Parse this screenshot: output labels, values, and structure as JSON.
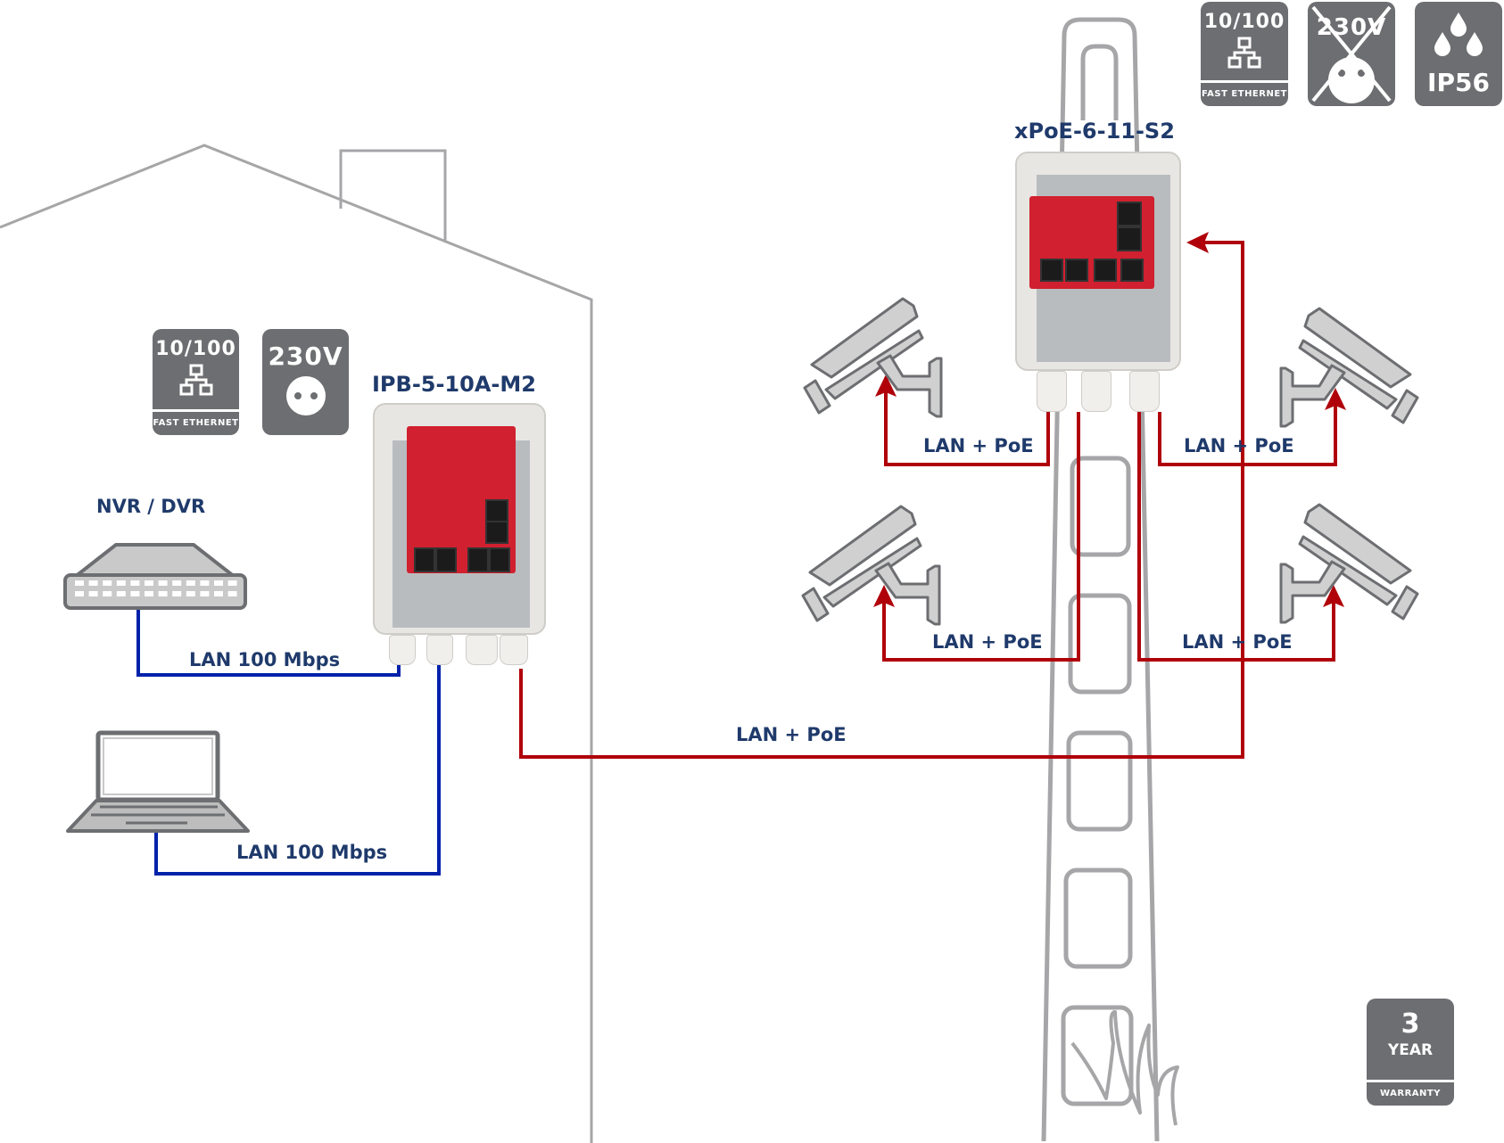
{
  "colors": {
    "poe_line": "#b0000a",
    "lan_line": "#0022aa",
    "label_text": "#1f3a6b",
    "outline_gray": "#a6a6a8",
    "badge_gray": "#6d6e71"
  },
  "devices": {
    "indoor": {
      "name": "IPB-5-10A-M2"
    },
    "outdoor": {
      "name": "xPoE-6-11-S2"
    }
  },
  "endpoints": {
    "nvr": {
      "label": "NVR / DVR"
    }
  },
  "links": {
    "nvr_lan": "LAN 100 Mbps",
    "laptop_lan": "LAN 100 Mbps",
    "trunk_poe": "LAN + PoE",
    "cam_top_left": "LAN + PoE",
    "cam_top_right": "LAN + PoE",
    "cam_bottom_left": "LAN + PoE",
    "cam_bottom_right": "LAN + PoE"
  },
  "badges": {
    "indoor": [
      {
        "top": "10/100",
        "icon": "network-icon",
        "footer": "FAST ETHERNET"
      },
      {
        "top": "230V",
        "icon": "power-socket-icon"
      }
    ],
    "outdoor": [
      {
        "top": "10/100",
        "icon": "network-icon",
        "footer": "FAST ETHERNET"
      },
      {
        "top": "230V",
        "icon": "no-power-socket-icon",
        "crossed": true
      },
      {
        "top": "IP56",
        "icon": "water-drops-icon"
      }
    ],
    "warranty": {
      "number": "3",
      "unit": "YEAR",
      "footer": "WARRANTY"
    }
  }
}
